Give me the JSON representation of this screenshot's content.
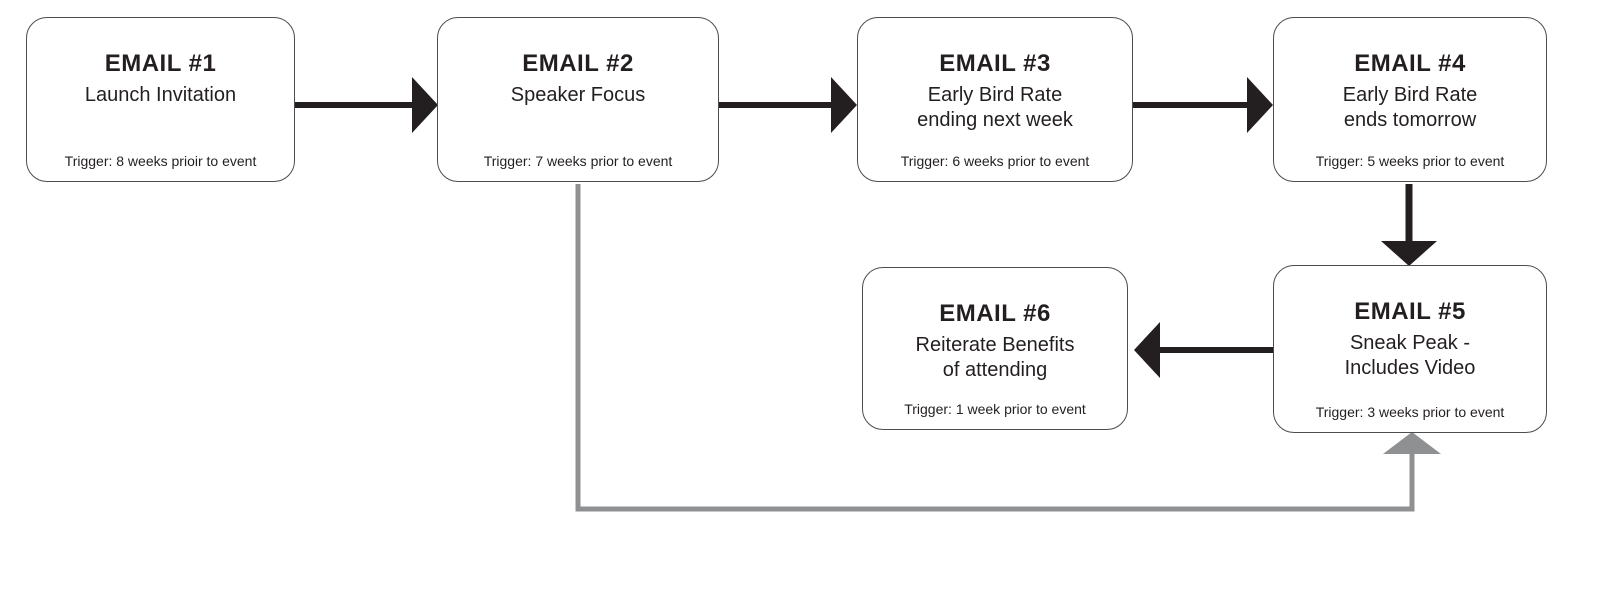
{
  "diagram": {
    "type": "flowchart",
    "description": "Event email campaign sequence",
    "boxes": [
      {
        "id": "email-1",
        "title": "EMAIL #1",
        "subtitle": "Launch Invitation",
        "trigger": "Trigger: 8 weeks prioir to event"
      },
      {
        "id": "email-2",
        "title": "EMAIL #2",
        "subtitle": "Speaker Focus",
        "trigger": "Trigger: 7 weeks prior to event"
      },
      {
        "id": "email-3",
        "title": "EMAIL #3",
        "subtitle": "Early Bird Rate\nending next week",
        "trigger": "Trigger: 6 weeks prior to event"
      },
      {
        "id": "email-4",
        "title": "EMAIL #4",
        "subtitle": "Early Bird Rate\nends tomorrow",
        "trigger": "Trigger: 5 weeks prior to event"
      },
      {
        "id": "email-5",
        "title": "EMAIL #5",
        "subtitle": "Sneak Peak -\nIncludes Video",
        "trigger": "Trigger: 3 weeks prior to event"
      },
      {
        "id": "email-6",
        "title": "EMAIL #6",
        "subtitle": "Reiterate Benefits\nof attending",
        "trigger": "Trigger: 1 week prior to event"
      }
    ],
    "connections": [
      {
        "from": "email-1",
        "to": "email-2",
        "style": "black-arrow",
        "direction": "right"
      },
      {
        "from": "email-2",
        "to": "email-3",
        "style": "black-arrow",
        "direction": "right"
      },
      {
        "from": "email-3",
        "to": "email-4",
        "style": "black-arrow",
        "direction": "right"
      },
      {
        "from": "email-4",
        "to": "email-5",
        "style": "black-arrow",
        "direction": "down"
      },
      {
        "from": "email-5",
        "to": "email-6",
        "style": "black-arrow",
        "direction": "left"
      },
      {
        "from": "email-2",
        "to": "email-5",
        "style": "gray-elbow-arrow",
        "direction": "down-right-up"
      }
    ],
    "colors": {
      "arrow_black": "#231f20",
      "connector_gray": "#8f9092",
      "box_border": "#4d4d4f",
      "text": "#231f20",
      "background": "#ffffff"
    }
  }
}
